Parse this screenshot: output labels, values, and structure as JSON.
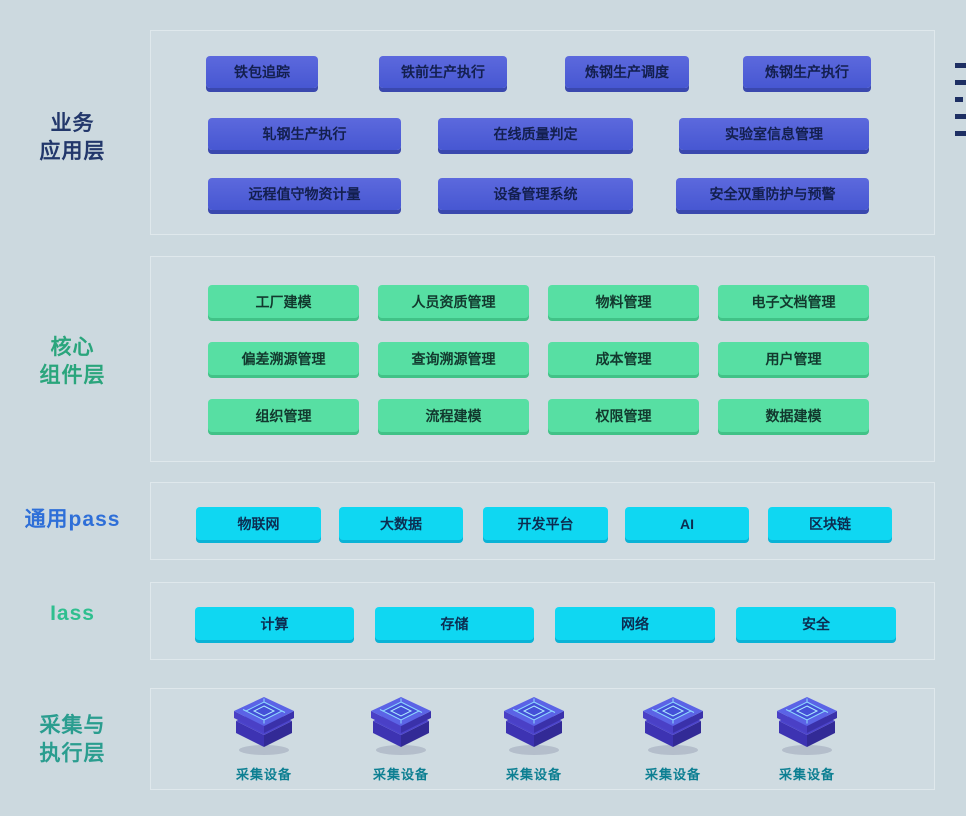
{
  "side_labels": {
    "business": [
      "业务",
      "应用层"
    ],
    "core": [
      "核心",
      "组件层"
    ],
    "paas": "通用pass",
    "iaas": "Iass",
    "edge": [
      "采集与",
      "执行层"
    ]
  },
  "layers": {
    "business": {
      "row1": [
        "铁包追踪",
        "铁前生产执行",
        "炼钢生产调度",
        "炼钢生产执行"
      ],
      "row2": [
        "轧钢生产执行",
        "在线质量判定",
        "实验室信息管理"
      ],
      "row3": [
        "远程值守物资计量",
        "设备管理系统",
        "安全双重防护与预警"
      ]
    },
    "core": {
      "row1": [
        "工厂建模",
        "人员资质管理",
        "物料管理",
        "电子文档管理"
      ],
      "row2": [
        "偏差溯源管理",
        "查询溯源管理",
        "成本管理",
        "用户管理"
      ],
      "row3": [
        "组织管理",
        "流程建模",
        "权限管理",
        "数据建模"
      ]
    },
    "paas": {
      "items": [
        "物联网",
        "大数据",
        "开发平台",
        "AI",
        "区块链"
      ]
    },
    "iaas": {
      "items": [
        "计算",
        "存储",
        "网络",
        "安全"
      ]
    },
    "edge": {
      "device_label": "采集设备",
      "device_count": 5
    }
  },
  "colors": {
    "background": "#ccd9df",
    "business_button": "#4e5ed6",
    "core_button": "#57dfa3",
    "platform_button": "#0fd7f2",
    "business_label": "#22376b",
    "core_label": "#2aa57c",
    "paas_label": "#2e6fd8",
    "iaas_label": "#2fbf8f",
    "edge_label": "#2a9d8f",
    "device_icon": "#4c44cc"
  }
}
